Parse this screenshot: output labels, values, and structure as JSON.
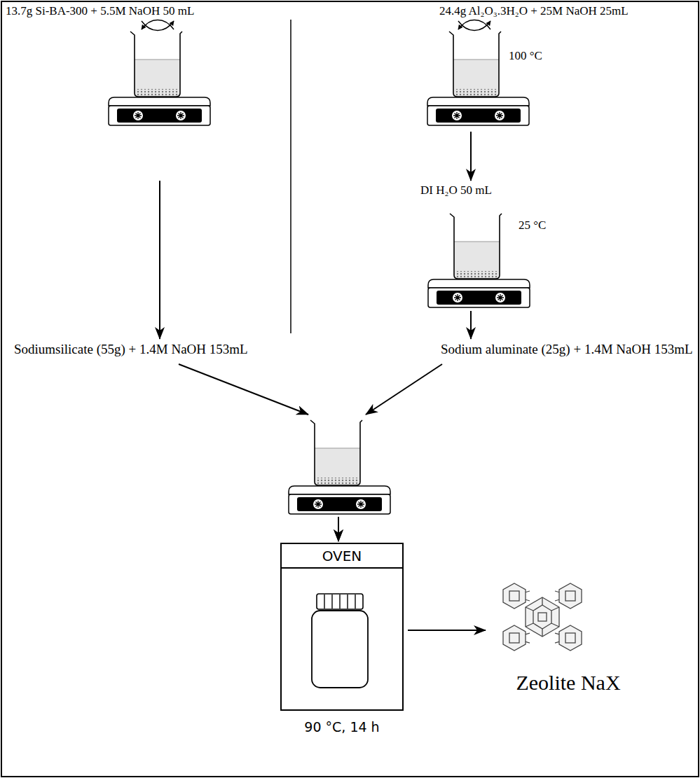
{
  "diagram": {
    "nodes": [
      {
        "text": [
          "13.7g Si-BA-300 + 5.5M NaOH 50 mL"
        ]
      },
      {
        "text": [
          "24.4g Al₂O₃.3H₂O + 25M NaOH 25mL",
          "100 °C"
        ]
      },
      {
        "text": [
          "DI H₂O 50 mL",
          "25 °C"
        ]
      },
      {
        "text": [
          "Sodiumsilicate (55g) + 1.4M NaOH 153mL"
        ]
      },
      {
        "text": [
          "Sodium aluminate (25g) + 1.4M NaOH 153mL"
        ]
      },
      {
        "text": [
          "OVEN",
          "90 °C, 14 h"
        ]
      },
      {
        "text": [
          "Zeolite NaX"
        ]
      }
    ],
    "edges": [
      {
        "from": 0,
        "to": 3,
        "arrow": "to"
      },
      {
        "from": 1,
        "to": 2,
        "arrow": "to"
      },
      {
        "from": 2,
        "to": 4,
        "arrow": "to"
      },
      {
        "from": 3,
        "to": 5,
        "arrow": "to"
      },
      {
        "from": 4,
        "to": 5,
        "arrow": "to"
      },
      {
        "from": 5,
        "to": 6,
        "arrow": "to"
      }
    ]
  }
}
